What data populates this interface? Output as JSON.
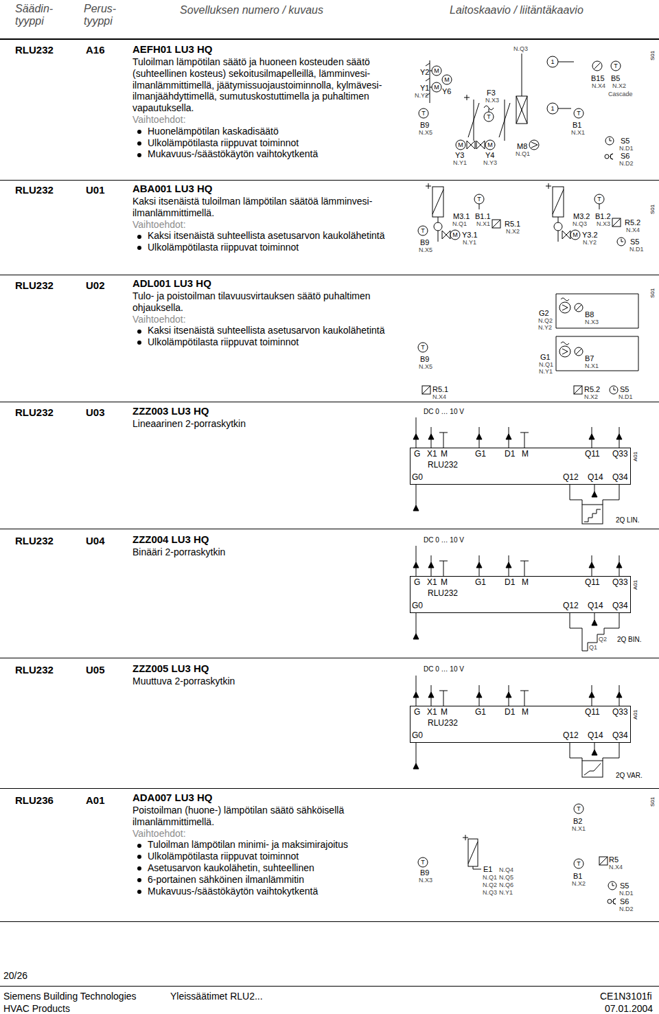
{
  "diagram": {
    "nodes": [
      {
        "text": [
          "G",
          "X1",
          "M",
          "G1",
          "D1",
          "M",
          "Q11",
          "Q33",
          "RLU232",
          "G0",
          "Q12",
          "Q14",
          "Q34"
        ]
      },
      {
        "text": [
          "G",
          "X1",
          "M",
          "G1",
          "D1",
          "M",
          "Q11",
          "Q33",
          "RLU232",
          "G0",
          "Q12",
          "Q14",
          "Q34"
        ]
      },
      {
        "text": [
          "G",
          "X1",
          "M",
          "G1",
          "D1",
          "M",
          "Q11",
          "Q33",
          "RLU232",
          "G0",
          "Q12",
          "Q14",
          "Q34"
        ]
      }
    ],
    "labels": [
      "Säädin- tyyppi",
      "Perus- tyyppi",
      "Sovelluksen numero / kuvaus",
      "Laitoskaavio / liitäntäkaavio",
      "RLU232",
      "A16",
      "AEFH01 LU3 HQ",
      "Tuloilman lämpötilan säätö ja huoneen kosteuden säätö (suhteellinen kosteus) sekoitusilmapelleillä, lämminvesi-ilmanlämmittimellä, jäätymissuojaustoiminnolla, kylmävesi-ilmanjäähdyttimellä, sumutuskostuttimella ja puhaltimen vapautuksella.",
      "Vaihtoehdot:",
      "Huonelämpötilan kaskadisäätö",
      "Ulkolämpötilasta riippuvat toiminnot",
      "Mukavuus-/säästökäytön vaihtokytkentä",
      "Y2",
      "M",
      "Y1",
      "N.Y2",
      "M",
      "M",
      "Y6",
      "T",
      "B9",
      "N.X5",
      "M",
      "Y3",
      "N.Y1",
      "F3",
      "N.X3",
      "T",
      "M",
      "Y4",
      "N.Y3",
      "N.Q3",
      "M8",
      "N.Q1",
      "1",
      "1",
      "T",
      "B1",
      "N.X1",
      "T",
      "B15",
      "N.X4",
      "B5",
      "N.X2",
      "Cascade",
      "S5",
      "N.D1",
      "S6",
      "N.D2",
      "S01",
      "RLU232",
      "U01",
      "ABA001 LU3 HQ",
      "Kaksi itsenäistä tuloilman lämpötilan säätöä lämminvesi-ilmanlämmittimellä.",
      "Vaihtoehdot:",
      "Kaksi itsenäistä suhteellista asetusarvon kaukolähetintä",
      "Ulkolämpötilasta riippuvat toiminnot",
      "T",
      "B9",
      "N.X5",
      "M3.1",
      "N.Q1",
      "M",
      "Y3.1",
      "N.Y1",
      "T",
      "B1.1",
      "N.X1",
      "R5.1",
      "N.X2",
      "M3.2",
      "N.Q3",
      "M",
      "Y3.2",
      "N.Y2",
      "T",
      "B1.2",
      "N.X3",
      "R5.2",
      "N.X4",
      "S5",
      "N.D1",
      "S01",
      "RLU232",
      "U02",
      "ADL001 LU3 HQ",
      "Tulo- ja poistoilman tilavuusvirtauksen säätö puhaltimen ohjauksella.",
      "Vaihtoehdot:",
      "Kaksi itsenäistä suhteellista asetusarvon kaukolähetintä",
      "Ulkolämpötilasta riippuvat toiminnot",
      "T",
      "B9",
      "N.X5",
      "G2",
      "N.Q2",
      "N.Y2",
      "B8",
      "N.X3",
      "G1",
      "N.Q1",
      "N.Y1",
      "B7",
      "N.X1",
      "R5.1",
      "N.X4",
      "R5.2",
      "N.X2",
      "S5",
      "N.D1",
      "S01",
      "RLU232",
      "U03",
      "ZZZ003 LU3 HQ",
      "Lineaarinen 2-porraskytkin",
      "DC 0 … 10 V",
      "A01",
      "2Q LIN.",
      "RLU232",
      "U04",
      "ZZZ004 LU3 HQ",
      "Binääri 2-porraskytkin",
      "DC 0 … 10 V",
      "A01",
      "Q1",
      "Q2",
      "2Q BIN.",
      "RLU232",
      "U05",
      "ZZZ005 LU3 HQ",
      "Muuttuva 2-porraskytkin",
      "DC 0 … 10 V",
      "A01",
      "2Q VAR.",
      "RLU236",
      "A01",
      "ADA007 LU3 HQ",
      "Poistoilman (huone-) lämpötilan säätö sähköisellä ilmanlämmittimellä.",
      "Vaihtoehdot:",
      "Tuloilman lämpötilan minimi- ja maksimirajoitus",
      "Ulkolämpötilasta riippuvat toiminnot",
      "Asetusarvon kaukolähetin, suhteellinen",
      "6-portainen sähköinen ilmanlämmitin",
      "Mukavuus-/säästökäytön vaihtokytkentä",
      "T",
      "B9",
      "N.X3",
      "E1",
      "N.Q1",
      "N.Q2",
      "N.Q3",
      "N.Q4",
      "N.Q5",
      "N.Q6",
      "N.Y1",
      "T",
      "B2",
      "N.X1",
      "T",
      "B1",
      "N.X2",
      "R5",
      "N.X4",
      "S5",
      "N.D1",
      "S6",
      "N.D2",
      "S01",
      "20/26",
      "Siemens Building Technologies",
      "Yleissäätimet RLU2...",
      "CE1N3101fi",
      "HVAC Products",
      "07.01.2004"
    ]
  }
}
